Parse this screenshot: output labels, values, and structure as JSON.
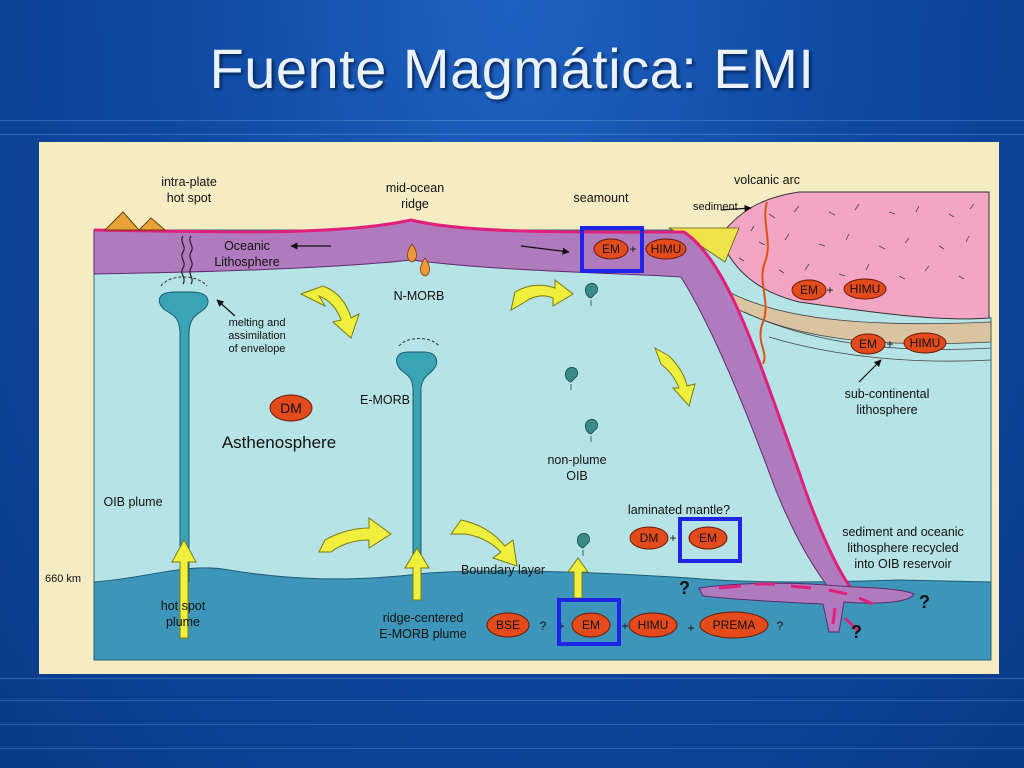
{
  "slide": {
    "title": "Fuente Magmática: EMI"
  },
  "diagram": {
    "labels": {
      "intraplate": [
        "intra-plate",
        "hot spot"
      ],
      "midocean": [
        "mid-ocean",
        "ridge"
      ],
      "seamount": "seamount",
      "volcanic_arc": "volcanic arc",
      "sediment": "sediment",
      "oceanic_lithosphere": [
        "Oceanic",
        "Lithosphere"
      ],
      "nmorb": "N-MORB",
      "melting": [
        "melting and",
        "assimilation",
        "of envelope"
      ],
      "emorb": "E-MORB",
      "asthenosphere": "Asthenosphere",
      "nonplume": [
        "non-plume",
        "OIB"
      ],
      "oib_plume": "OIB plume",
      "laminated": "laminated mantle?",
      "subcont": [
        "sub-continental",
        "lithosphere"
      ],
      "recycled": [
        "sediment and oceanic",
        "lithosphere recycled",
        "into OIB reservoir"
      ],
      "depth": "660 km",
      "boundary": "Boundary layer",
      "hotspot_plume": [
        "hot spot",
        "plume"
      ],
      "ridge_plume": [
        "ridge-centered",
        "E-MORB plume"
      ]
    },
    "reservoirs": {
      "em": "EM",
      "himu": "HIMU",
      "dm": "DM",
      "bse": "BSE",
      "prema": "PREMA",
      "plus": "+",
      "question": "?"
    },
    "colors": {
      "panel": "#f6ecc3",
      "mantle": "#b5e3e6",
      "lower_mantle": "#3d95b9",
      "lithosphere": "#b07abf",
      "pink_edge": "#e0207a",
      "continent": "#f2a6c4",
      "chip": "#e34a1c",
      "highlight": "#1f24e8",
      "arrow": "#f1ef3d",
      "plume": "#3aa4b7"
    }
  }
}
